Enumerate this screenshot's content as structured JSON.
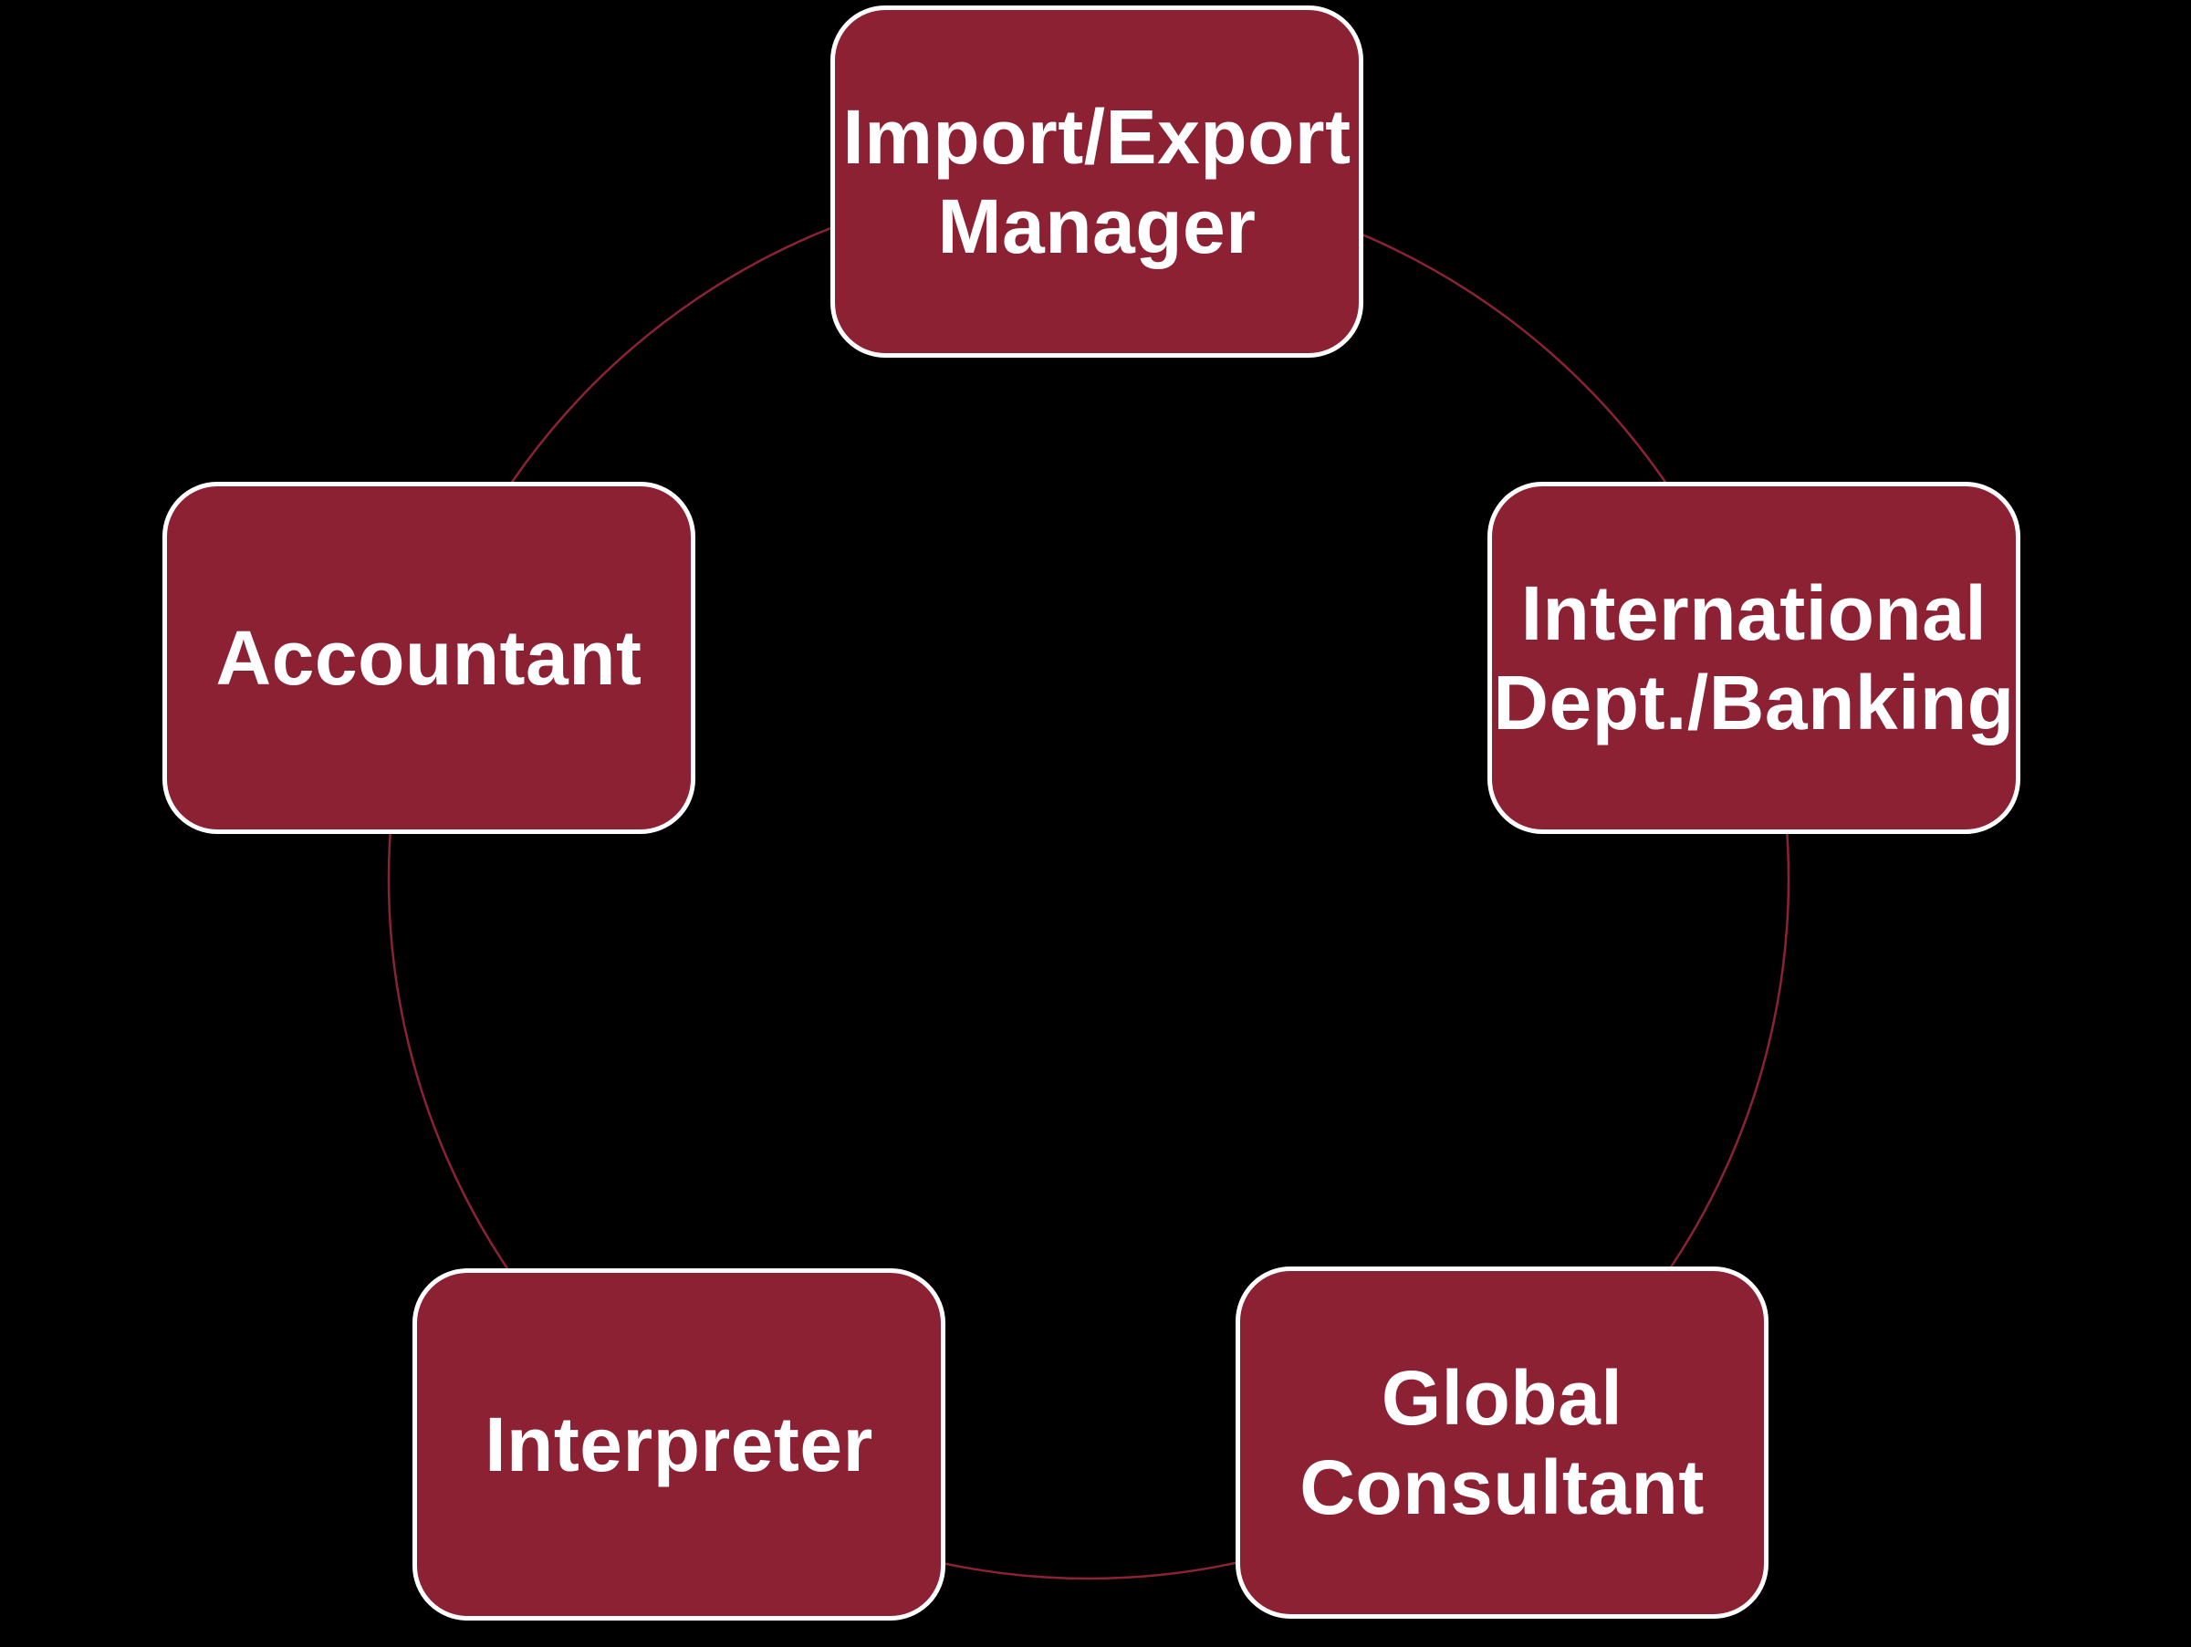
{
  "diagram": {
    "type": "cycle",
    "background_color": "#000000",
    "colors": {
      "node_fill": "#8C2133",
      "node_border": "#FFFFFF",
      "ring": "#8B2334",
      "text": "#FFFFFF"
    },
    "nodes": [
      {
        "id": "import-export-manager",
        "position": "top",
        "label": "Import/Export\nManager"
      },
      {
        "id": "international-dept-banking",
        "position": "right",
        "label": "International\nDept./Banking"
      },
      {
        "id": "global-consultant",
        "position": "bottom-right",
        "label": "Global\nConsultant"
      },
      {
        "id": "interpreter",
        "position": "bottom-left",
        "label": "Interpreter"
      },
      {
        "id": "accountant",
        "position": "left",
        "label": "Accountant"
      }
    ]
  }
}
